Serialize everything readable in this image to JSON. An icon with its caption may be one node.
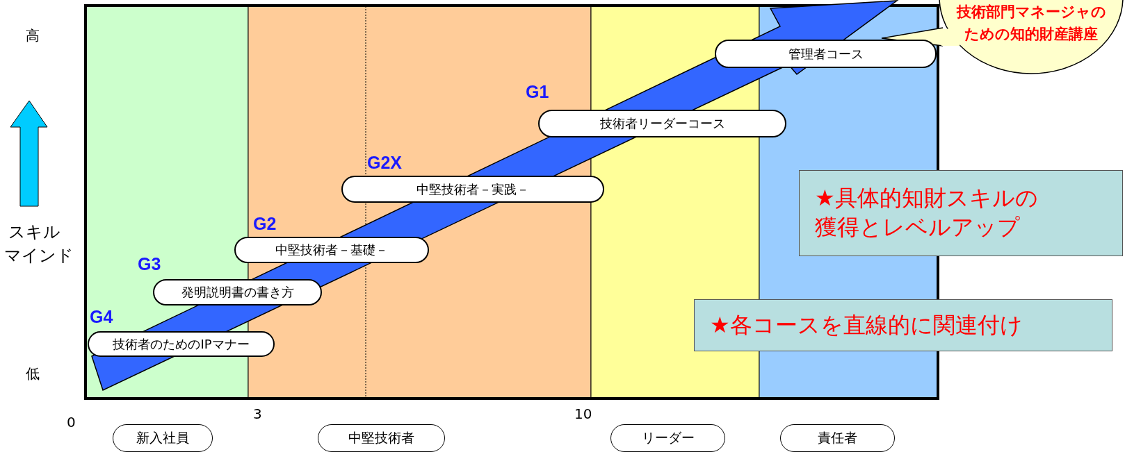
{
  "diagram": {
    "nodes": [
      {
        "text": [
          "技術部門マネージャのための知的財産講座"
        ]
      },
      {
        "text": [
          "管理者コース"
        ]
      },
      {
        "text": [
          "技術者リーダーコース"
        ],
        "beside": [
          "G1"
        ]
      },
      {
        "text": [
          "中堅技術者－実践－"
        ],
        "beside": [
          "G2X"
        ]
      },
      {
        "text": [
          "中堅技術者－基礎－"
        ],
        "beside": [
          "G2"
        ]
      },
      {
        "text": [
          "発明説明書の書き方"
        ],
        "beside": [
          "G3"
        ]
      },
      {
        "text": [
          "技術者のためのIPマナー"
        ],
        "beside": [
          "G4"
        ]
      },
      {
        "text": [
          "★具体的知財スキルの獲得とレベルアップ"
        ]
      },
      {
        "text": [
          "★各コースを直線的に関連付け"
        ]
      },
      {
        "text": [
          "新入社員"
        ]
      },
      {
        "text": [
          "中堅技術者"
        ]
      },
      {
        "text": [
          "リーダー"
        ]
      },
      {
        "text": [
          "責任者"
        ]
      }
    ],
    "labels": [
      "高",
      "スキル",
      "マインド",
      "低",
      "0",
      "3",
      "10"
    ]
  }
}
